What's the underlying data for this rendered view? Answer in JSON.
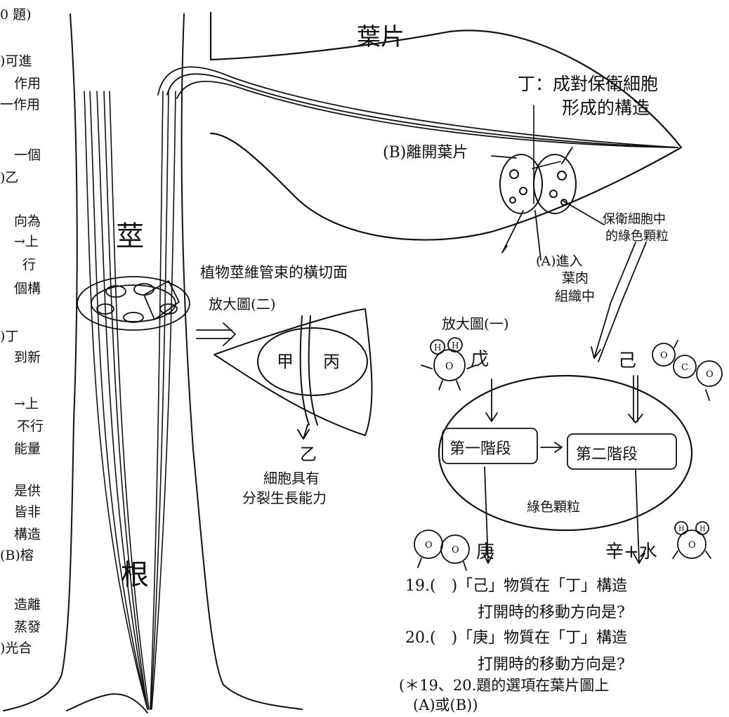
{
  "left_fragments": [
    "0 題)",
    ")可進",
    "作用",
    "一作用",
    "一個",
    ")乙",
    "向為",
    "→上",
    "行",
    "個構",
    ")丁",
    "到新",
    "→上",
    "不行",
    "能量",
    "是供",
    "皆非",
    "構造",
    "(B)榕",
    "造離",
    "蒸發",
    ")光合"
  ],
  "labels": {
    "leaf": "葉片",
    "stem": "莖",
    "root": "根",
    "ding": "丁：成對保衛細胞",
    "ding_line2": "形成的構造",
    "b_leave": "(B)離開葉片",
    "guard_chloro": "保衛細胞中",
    "guard_chloro_2": "的綠色顆粒",
    "a_enter": "(A)進入",
    "a_enter_2": "葉肉",
    "a_enter_3": "組織中",
    "cross_section": "植物莖維管束的橫切面",
    "enlarge2": "放大圖(二)",
    "jia": "甲",
    "bing": "丙",
    "yi": "乙",
    "yi_desc": "細胞具有",
    "yi_desc_2": "分裂生長能力",
    "enlarge1": "放大圖(一)",
    "wu": "戊",
    "ji": "己",
    "stage1": "第一階段",
    "stage2": "第二階段",
    "chloroplast": "綠色顆粒",
    "geng": "庚",
    "xin_water": "辛+水",
    "mol_h": "H",
    "mol_o": "O",
    "mol_c": "C"
  },
  "questions": {
    "q19_line1": "19.(　)「己」物質在「丁」構造",
    "q19_line2": "打開時的移動方向是?",
    "q20_line1": "20.(　)「庚」物質在「丁」構造",
    "q20_line2": "打開時的移動方向是?",
    "note_line1": "(＊19、20.題的選項在葉片圖上",
    "note_line2": "(A)或(B))"
  }
}
